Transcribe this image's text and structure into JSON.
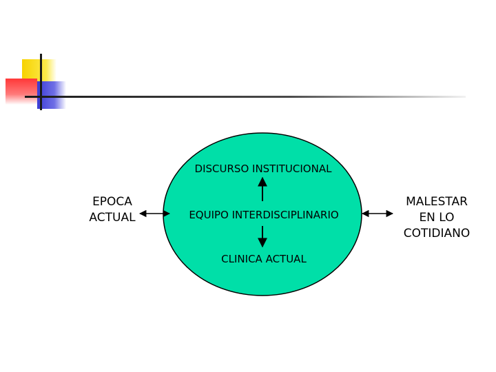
{
  "diagram": {
    "circle_fill": "#00dfa8",
    "labels": {
      "top": "DISCURSO INSTITUCIONAL",
      "center": "EQUIPO INTERDISCIPLINARIO",
      "bottom": "CLINICA ACTUAL",
      "left_line1": "EPOCA",
      "left_line2": "ACTUAL",
      "right_line1": "MALESTAR",
      "right_line2": "EN LO",
      "right_line3": "COTIDIANO"
    }
  }
}
